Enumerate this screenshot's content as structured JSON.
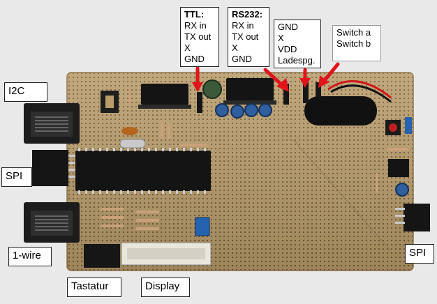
{
  "labels": {
    "i2c": "I2C",
    "spi_left": "SPI",
    "onewire": "1-wire",
    "tastatur": "Tastatur",
    "display": "Display",
    "spi_right": "SPI",
    "ttl": {
      "title": "TTL:",
      "lines": [
        "RX in",
        "TX out",
        "X",
        "GND"
      ]
    },
    "rs232": {
      "title": "RS232:",
      "lines": [
        "RX in",
        "TX out",
        "X",
        "GND"
      ]
    },
    "power": {
      "lines": [
        "GND",
        "X",
        "VDD",
        "Ladespg."
      ]
    },
    "switch": {
      "lines": [
        "Switch a",
        "Switch b"
      ]
    }
  },
  "colors": {
    "board": "#b79a67",
    "arrow": "#e0141a",
    "background": "#e9e9e9"
  }
}
